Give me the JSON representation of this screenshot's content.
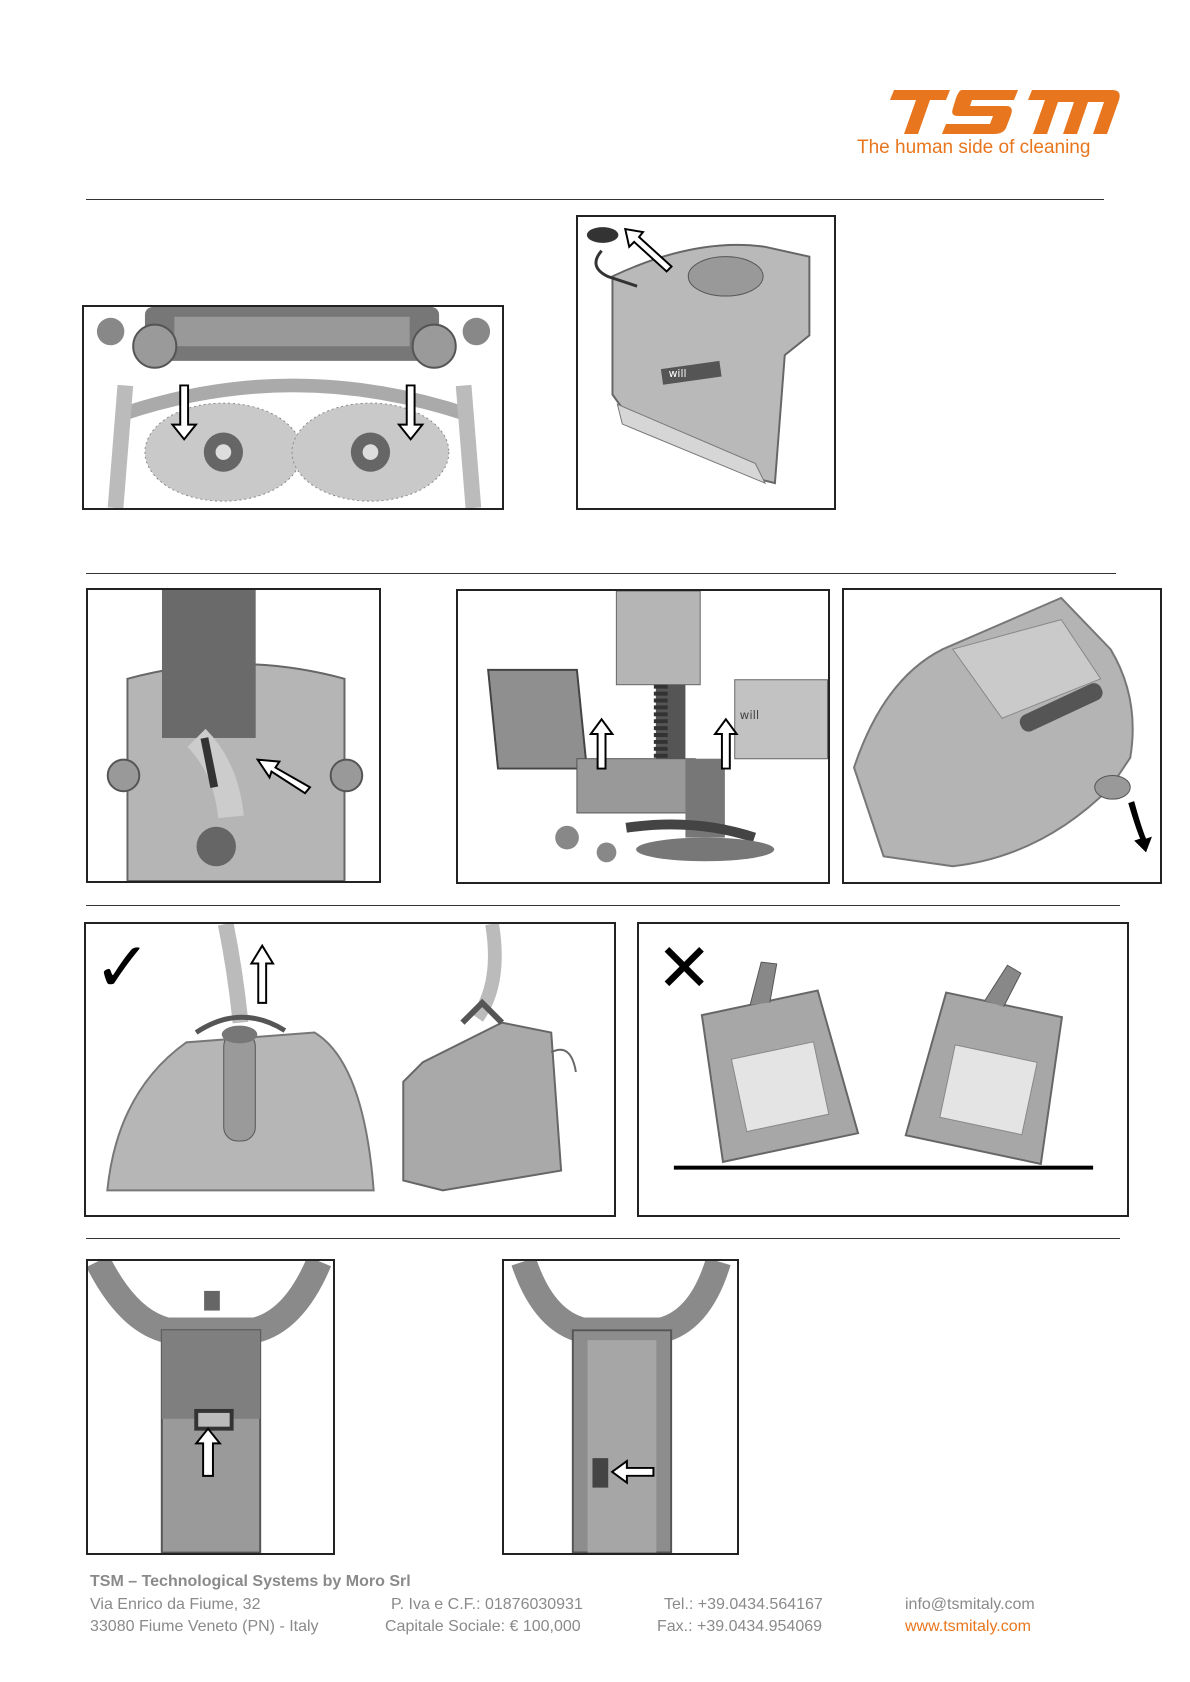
{
  "header": {
    "logo_text": "TSM",
    "tagline": "The human side of cleaning"
  },
  "colors": {
    "brand_orange": "#e8761e",
    "footer_grey": "#8a8a8a"
  },
  "panels": {
    "check_mark": "✓",
    "cross_mark": "✕",
    "label_will": "will"
  },
  "footer": {
    "company": "TSM – Technological Systems by Moro Srl",
    "address_line1": "Via Enrico da Fiume, 32",
    "address_line2": "33080 Fiume Veneto (PN) - Italy",
    "vat": "P. Iva e C.F.: 01876030931",
    "capital": "Capitale Sociale: € 100,000",
    "tel": "Tel.: +39.0434.564167",
    "fax": "Fax.: +39.0434.954069",
    "email": "info@tsmitaly.com",
    "website": "www.tsmitaly.com"
  }
}
